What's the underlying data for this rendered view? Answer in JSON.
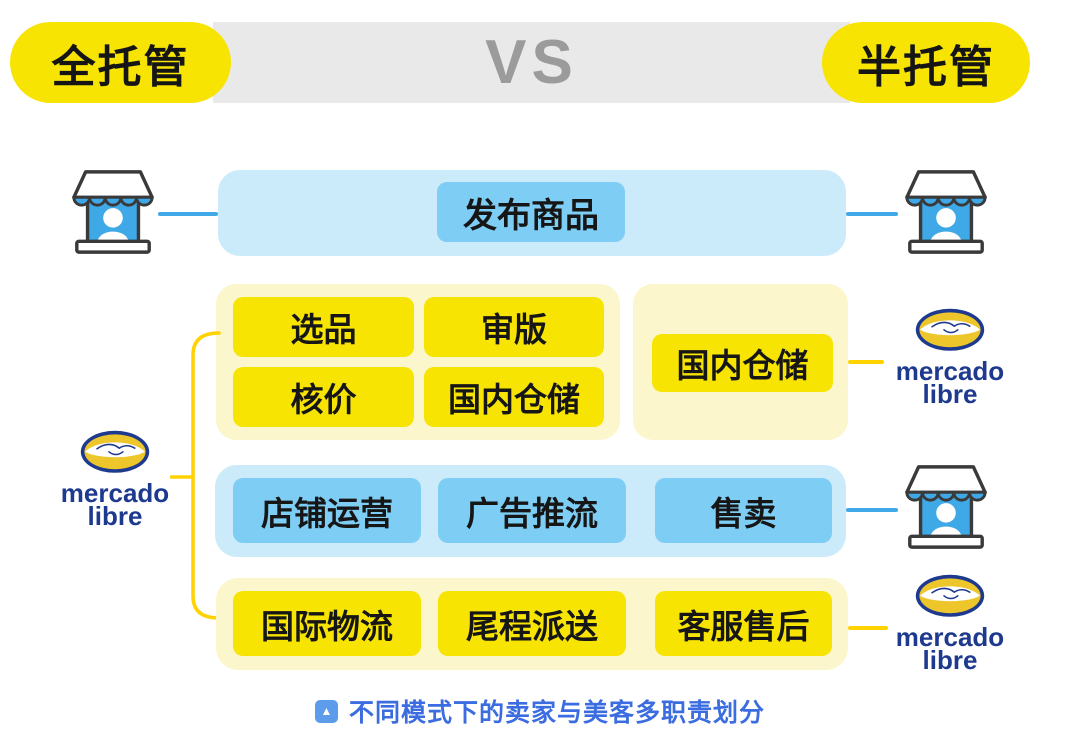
{
  "header": {
    "left_badge": "全托管",
    "vs_label": "VS",
    "right_badge": "半托管"
  },
  "brand": {
    "word1": "mercado",
    "word2": "libre"
  },
  "groups": {
    "publish": {
      "pill": "发布商品"
    },
    "sourcing": {
      "pills": [
        "选品",
        "审版",
        "核价",
        "国内仓储"
      ]
    },
    "domestic_warehouse": {
      "pill": "国内仓储"
    },
    "operations": {
      "pills": [
        "店铺运营",
        "广告推流",
        "售卖"
      ]
    },
    "logistics": {
      "pills": [
        "国际物流",
        "尾程派送",
        "客服售后"
      ]
    }
  },
  "caption": {
    "text": "不同模式下的卖家与美客多职责划分"
  },
  "icons": {
    "seller": "storefront-icon",
    "platform": "mercadolibre-handshake-icon",
    "caption": "image-triangle-icon"
  },
  "colors": {
    "badge_yellow": "#f7e403",
    "pill_yellow": "#f7e403",
    "cream_container": "#fcf6cd",
    "blue_container": "#cbeafa",
    "pill_blue": "#7ecdf4",
    "store_blue": "#3fa9e8",
    "connector_gold": "#ffd200",
    "logo_gold": "#edc62b",
    "brand_navy": "#1e3a8f",
    "band_gray": "#e9e9e9",
    "vs_gray": "#9b9b9b",
    "caption_blue": "#3b6ce0"
  }
}
